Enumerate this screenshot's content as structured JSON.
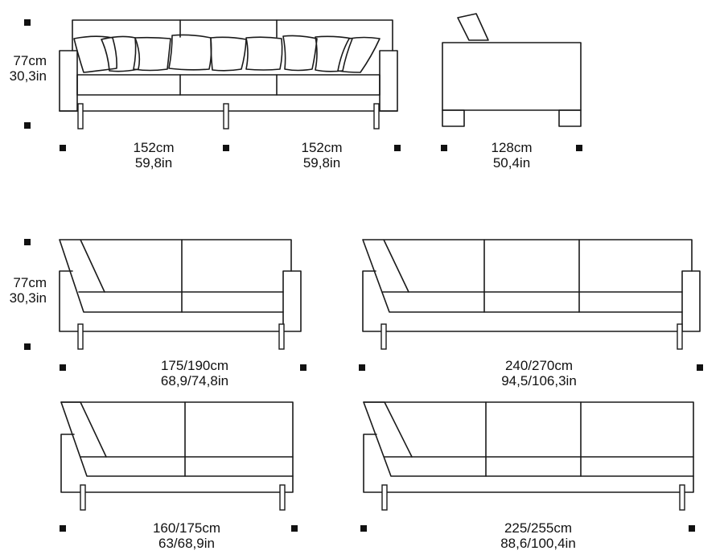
{
  "colors": {
    "line": "#1a1a1a",
    "marker": "#111111",
    "background": "#ffffff"
  },
  "heights": [
    {
      "cm": "77cm",
      "in": "30,3in"
    },
    {
      "cm": "77cm",
      "in": "30,3in"
    }
  ],
  "row1": {
    "sofa_left_width": {
      "cm": "152cm",
      "in": "59,8in"
    },
    "sofa_right_width": {
      "cm": "152cm",
      "in": "59,8in"
    },
    "side_depth": {
      "cm": "128cm",
      "in": "50,4in"
    }
  },
  "row2": {
    "left_width": {
      "cm": "175/190cm",
      "in": "68,9/74,8in"
    },
    "right_width": {
      "cm": "240/270cm",
      "in": "94,5/106,3in"
    }
  },
  "row3": {
    "left_width": {
      "cm": "160/175cm",
      "in": "63/68,9in"
    },
    "right_width": {
      "cm": "225/255cm",
      "in": "88,6/100,4in"
    }
  }
}
